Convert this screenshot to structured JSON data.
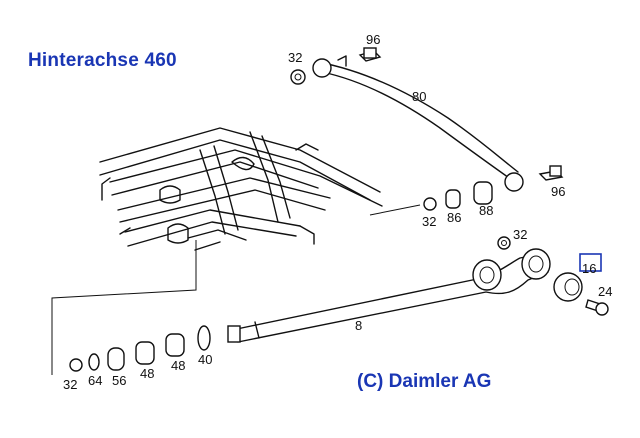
{
  "title": "Hinterachse 460",
  "copyright": "(C) Daimler AG",
  "colors": {
    "title": "#1a36b4",
    "highlight_box": "#1a36b4",
    "lines": "#111111"
  },
  "part_numbers": [
    "96",
    "32",
    "80",
    "96",
    "32",
    "86",
    "88",
    "32",
    "16",
    "24",
    "8",
    "32",
    "64",
    "56",
    "48",
    "48",
    "40"
  ]
}
